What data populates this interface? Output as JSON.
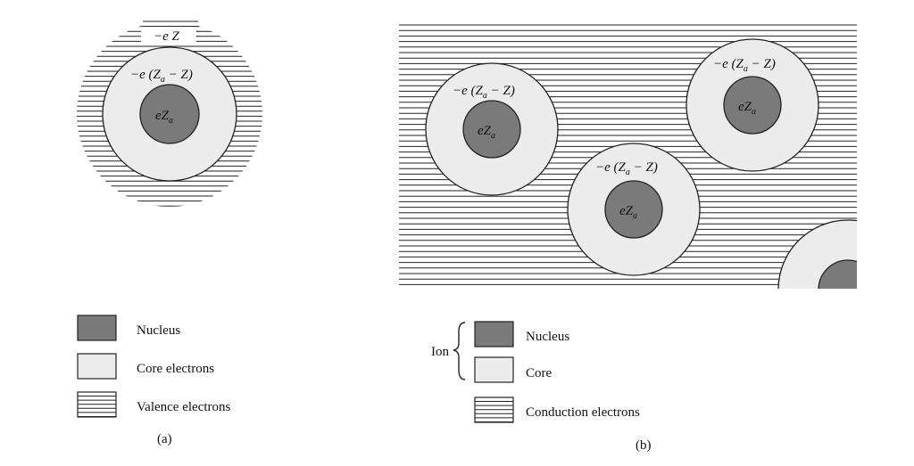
{
  "panel_a": {
    "outer_label_prefix": "−e ",
    "outer_label_var": "Z",
    "core_label": "−e (Z",
    "core_label_sub": "a",
    "core_label_tail": " − Z)",
    "nucleus_label": "eZ",
    "nucleus_label_sub": "a",
    "caption": "(a)",
    "legend": {
      "nucleus": "Nucleus",
      "core": "Core electrons",
      "valence": "Valence electrons"
    }
  },
  "panel_b": {
    "core_label": "−e (Z",
    "core_label_sub": "a",
    "core_label_tail": " − Z)",
    "nucleus_label": "eZ",
    "nucleus_label_sub": "a",
    "caption": "(b)",
    "legend": {
      "ion": "Ion",
      "nucleus": "Nucleus",
      "core": "Core",
      "conduction": "Conduction electrons"
    }
  },
  "colors": {
    "nucleus": "#7a7a7a",
    "core": "#ececec",
    "line": "#222222"
  }
}
